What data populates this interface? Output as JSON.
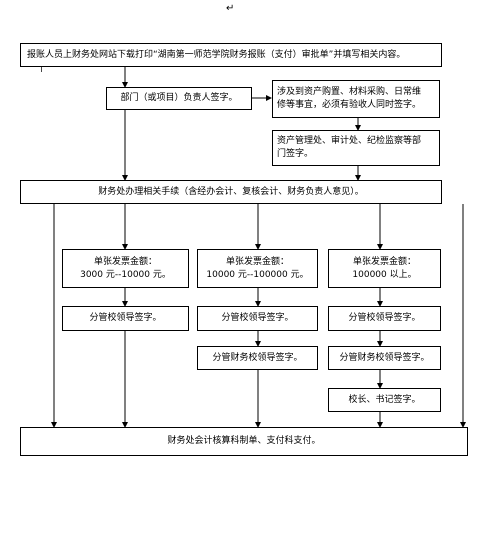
{
  "top_mark": "↵",
  "cursor_mark": "|",
  "nodes": {
    "n1": "报账人员上财务处网站下载打印“湖南第一师范学院财务报账（支付）审批单”并填写相关内容。",
    "n2": "部门（或项目）负责人签字。",
    "n3_line1": "涉及到资产购置、材料采购、日常维",
    "n3_line2": "修等事宜，必须有验收人同时签字。",
    "n4_line1": "资产管理处、审计处、纪检监察等部",
    "n4_line2": "门签字。",
    "n5": "财务处办理相关手续（含经办会计、复核会计、财务负责人意见）。",
    "c1_amount_label": "单张发票金额：",
    "c1_amount_range": "3000 元--10000 元。",
    "c2_amount_label": "单张发票金额：",
    "c2_amount_range": "10000 元--100000 元。",
    "c3_amount_label": "单张发票金额：",
    "c3_amount_range": "100000 以上。",
    "c1_leader": "分管校领导签字。",
    "c2_leader": "分管校领导签字。",
    "c3_leader": "分管校领导签字。",
    "c2_finance": "分管财务校领导签字。",
    "c3_finance": "分管财务校领导签字。",
    "c3_president": "校长、书记签字。",
    "final": "财务处会计核算科制单、支付科支付。"
  }
}
